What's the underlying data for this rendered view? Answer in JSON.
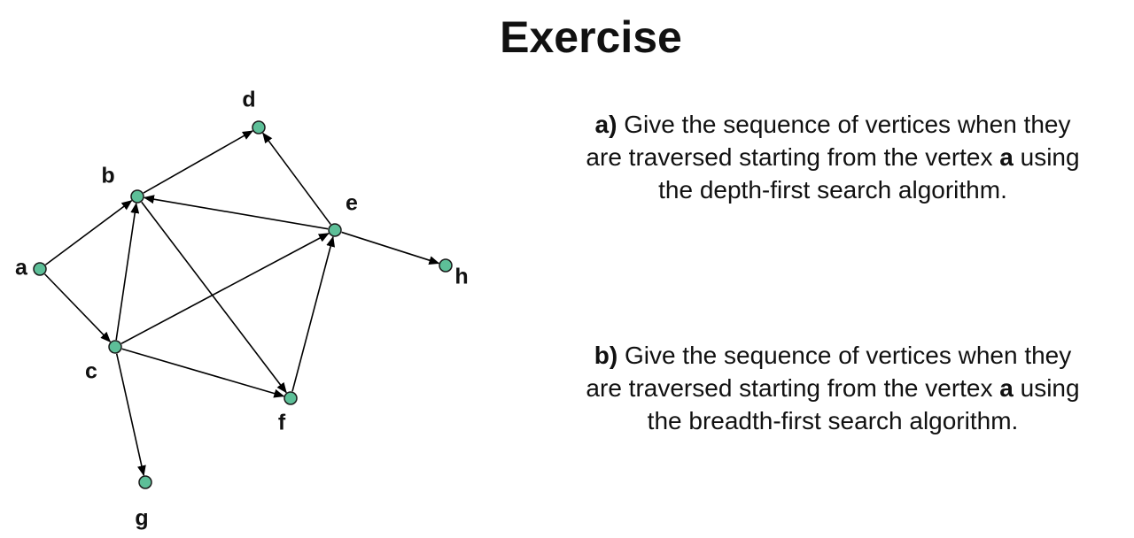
{
  "title": "Exercise",
  "graph": {
    "vertices": [
      {
        "id": "a",
        "label": "a"
      },
      {
        "id": "b",
        "label": "b"
      },
      {
        "id": "c",
        "label": "c"
      },
      {
        "id": "d",
        "label": "d"
      },
      {
        "id": "e",
        "label": "e"
      },
      {
        "id": "f",
        "label": "f"
      },
      {
        "id": "g",
        "label": "g"
      },
      {
        "id": "h",
        "label": "h"
      }
    ],
    "edges": [
      {
        "from": "a",
        "to": "b"
      },
      {
        "from": "a",
        "to": "c"
      },
      {
        "from": "b",
        "to": "d"
      },
      {
        "from": "b",
        "to": "f"
      },
      {
        "from": "c",
        "to": "b"
      },
      {
        "from": "c",
        "to": "e"
      },
      {
        "from": "c",
        "to": "f"
      },
      {
        "from": "c",
        "to": "g"
      },
      {
        "from": "e",
        "to": "b"
      },
      {
        "from": "e",
        "to": "d"
      },
      {
        "from": "e",
        "to": "h"
      },
      {
        "from": "f",
        "to": "e"
      }
    ],
    "node_fill": "#5dbf98",
    "node_stroke": "#1a1a1a",
    "edge_color": "#000000"
  },
  "questions": {
    "a": {
      "label": "a)",
      "line1": "Give the sequence of vertices when they",
      "line2_pre": "are traversed starting from the vertex",
      "line2_vertex": "a",
      "line2_post": "using",
      "line3": "the depth-first search algorithm."
    },
    "b": {
      "label": "b)",
      "line1": "Give the sequence of vertices when they",
      "line2_pre": "are traversed starting from the vertex",
      "line2_vertex": "a",
      "line2_post": "using",
      "line3": "the breadth-first search algorithm."
    }
  }
}
